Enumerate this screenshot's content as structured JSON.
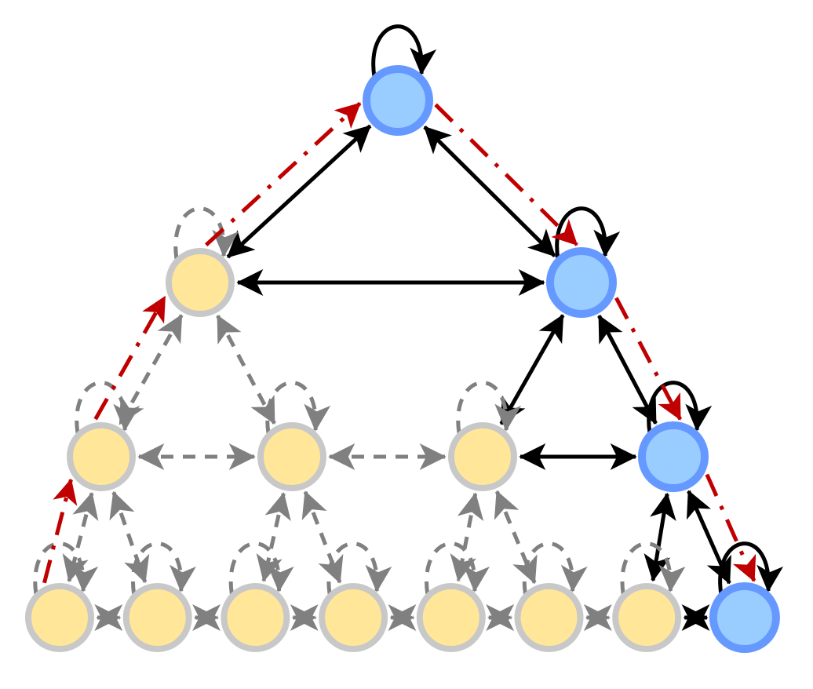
{
  "colors": {
    "active_fill": "#99CCFF",
    "active_stroke": "#6699FF",
    "inactive_fill": "#FFE699",
    "inactive_stroke": "#C8C8C8",
    "active_edge": "#000000",
    "inactive_edge": "#808080",
    "path_edge": "#C00000"
  },
  "nodes": [
    {
      "id": "n0",
      "level": 0,
      "index": 0,
      "state": "active"
    },
    {
      "id": "n1a",
      "level": 1,
      "index": 0,
      "state": "inactive"
    },
    {
      "id": "n1b",
      "level": 1,
      "index": 1,
      "state": "active"
    },
    {
      "id": "n2a",
      "level": 2,
      "index": 0,
      "state": "inactive"
    },
    {
      "id": "n2b",
      "level": 2,
      "index": 1,
      "state": "inactive"
    },
    {
      "id": "n2c",
      "level": 2,
      "index": 2,
      "state": "inactive"
    },
    {
      "id": "n2d",
      "level": 2,
      "index": 3,
      "state": "active"
    },
    {
      "id": "n3a",
      "level": 3,
      "index": 0,
      "state": "inactive"
    },
    {
      "id": "n3b",
      "level": 3,
      "index": 1,
      "state": "inactive"
    },
    {
      "id": "n3c",
      "level": 3,
      "index": 2,
      "state": "inactive"
    },
    {
      "id": "n3d",
      "level": 3,
      "index": 3,
      "state": "inactive"
    },
    {
      "id": "n3e",
      "level": 3,
      "index": 4,
      "state": "inactive"
    },
    {
      "id": "n3f",
      "level": 3,
      "index": 5,
      "state": "inactive"
    },
    {
      "id": "n3g",
      "level": 3,
      "index": 6,
      "state": "inactive"
    },
    {
      "id": "n3h",
      "level": 3,
      "index": 7,
      "state": "active"
    }
  ],
  "edges": [
    {
      "from": "n0",
      "to": "n1a",
      "state": "active"
    },
    {
      "from": "n0",
      "to": "n1b",
      "state": "active"
    },
    {
      "from": "n1a",
      "to": "n1b",
      "state": "active"
    },
    {
      "from": "n1a",
      "to": "n2a",
      "state": "inactive"
    },
    {
      "from": "n1a",
      "to": "n2b",
      "state": "inactive"
    },
    {
      "from": "n2a",
      "to": "n2b",
      "state": "inactive"
    },
    {
      "from": "n2b",
      "to": "n2c",
      "state": "inactive"
    },
    {
      "from": "n1b",
      "to": "n2c",
      "state": "active"
    },
    {
      "from": "n1b",
      "to": "n2d",
      "state": "active"
    },
    {
      "from": "n2c",
      "to": "n2d",
      "state": "active"
    },
    {
      "from": "n2a",
      "to": "n3a",
      "state": "inactive"
    },
    {
      "from": "n2a",
      "to": "n3b",
      "state": "inactive"
    },
    {
      "from": "n2b",
      "to": "n3c",
      "state": "inactive"
    },
    {
      "from": "n2b",
      "to": "n3d",
      "state": "inactive"
    },
    {
      "from": "n2c",
      "to": "n3e",
      "state": "inactive"
    },
    {
      "from": "n2c",
      "to": "n3f",
      "state": "inactive"
    },
    {
      "from": "n2d",
      "to": "n3g",
      "state": "active"
    },
    {
      "from": "n2d",
      "to": "n3h",
      "state": "active"
    },
    {
      "from": "n3a",
      "to": "n3b",
      "state": "inactive"
    },
    {
      "from": "n3b",
      "to": "n3c",
      "state": "inactive"
    },
    {
      "from": "n3c",
      "to": "n3d",
      "state": "inactive"
    },
    {
      "from": "n3d",
      "to": "n3e",
      "state": "inactive"
    },
    {
      "from": "n3e",
      "to": "n3f",
      "state": "inactive"
    },
    {
      "from": "n3f",
      "to": "n3g",
      "state": "inactive"
    },
    {
      "from": "n3g",
      "to": "n3h",
      "state": "active"
    }
  ],
  "self_loops": [
    {
      "node": "n0",
      "state": "active"
    },
    {
      "node": "n1a",
      "state": "inactive"
    },
    {
      "node": "n1b",
      "state": "active"
    },
    {
      "node": "n2a",
      "state": "inactive"
    },
    {
      "node": "n2b",
      "state": "inactive"
    },
    {
      "node": "n2c",
      "state": "inactive"
    },
    {
      "node": "n2d",
      "state": "active"
    },
    {
      "node": "n3a",
      "state": "inactive"
    },
    {
      "node": "n3b",
      "state": "inactive"
    },
    {
      "node": "n3c",
      "state": "inactive"
    },
    {
      "node": "n3d",
      "state": "inactive"
    },
    {
      "node": "n3e",
      "state": "inactive"
    },
    {
      "node": "n3f",
      "state": "inactive"
    },
    {
      "node": "n3g",
      "state": "inactive"
    },
    {
      "node": "n3h",
      "state": "active"
    }
  ],
  "path": [
    "n3a",
    "n2a",
    "n1a",
    "n0",
    "n1b",
    "n2d",
    "n3h"
  ]
}
